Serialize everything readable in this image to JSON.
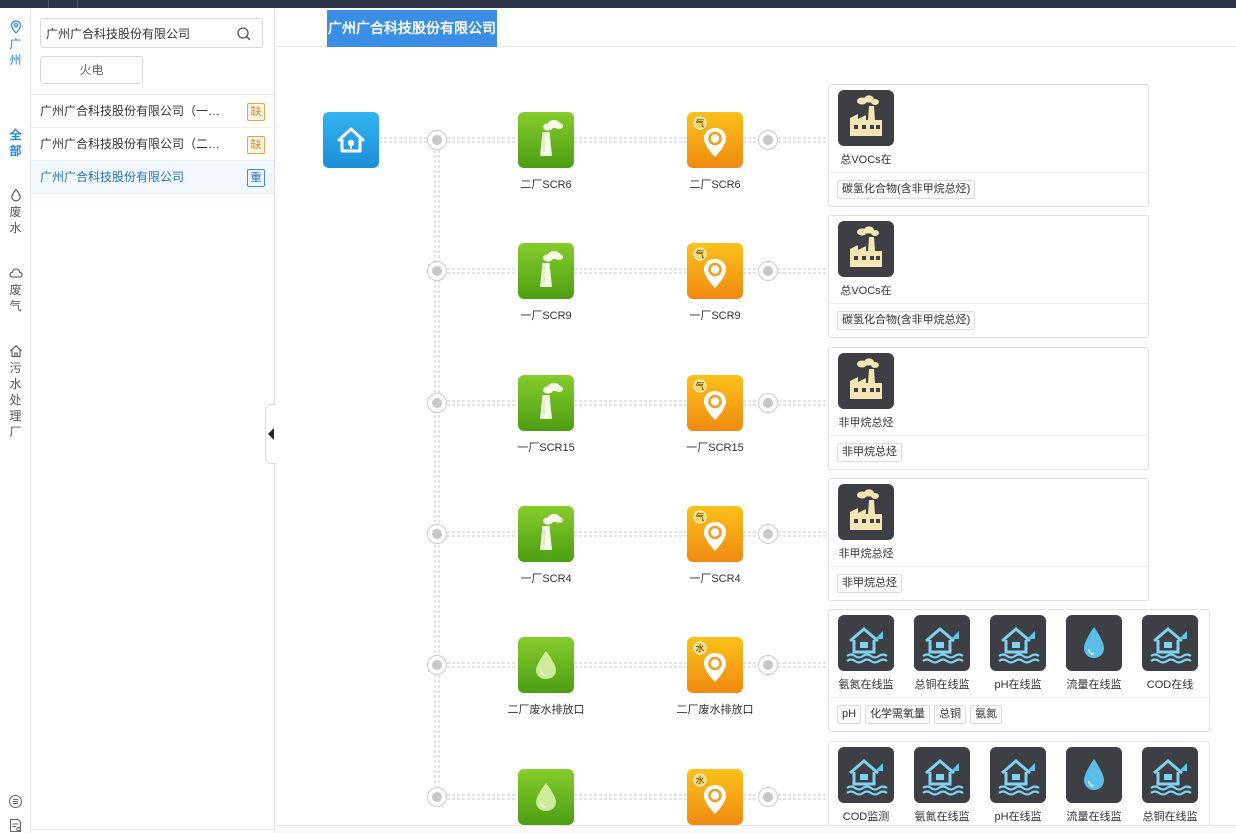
{
  "rail": {
    "items": [
      {
        "label": "广州",
        "icon": "location-pin-icon",
        "active": true
      },
      {
        "label": "全部",
        "icon": "",
        "active": true
      },
      {
        "label": "废水",
        "icon": "water-drop-icon"
      },
      {
        "label": "废气",
        "icon": "cloud-icon"
      },
      {
        "label": "污水处理厂",
        "icon": "home-icon"
      }
    ],
    "bottom_icons": [
      "summary-icon",
      "settings-doc-icon"
    ]
  },
  "sidebar": {
    "search": {
      "value": "广州广合科技股份有限公司",
      "placeholder": ""
    },
    "filter_label": "火电",
    "items": [
      {
        "name": "广州广合科技股份有限公司（一厂）",
        "badge": "缺",
        "badge_color": "orange"
      },
      {
        "name": "广州广合科技股份有限公司（二厂）",
        "badge": "缺",
        "badge_color": "orange"
      },
      {
        "name": "广州广合科技股份有限公司",
        "badge": "重",
        "badge_color": "blue",
        "active": true
      }
    ]
  },
  "main": {
    "tab_title": "广州广合科技股份有限公司"
  },
  "diagram": {
    "colors": {
      "outlet_green": "#5cae18",
      "monitor_orange": "#f5a012",
      "root_blue": "#1e9ee6",
      "line": "#c8c8c8"
    },
    "rows": [
      {
        "outlet": "二厂SCR6",
        "outlet_kind": "gas",
        "monitor": "二厂SCR6",
        "monitor_badge": "气",
        "card": {
          "monitors": [
            {
              "label": "总VOCs在",
              "icon": "factory-icon"
            }
          ],
          "tags": [
            "碳氢化合物(含非甲烷总烃)"
          ]
        }
      },
      {
        "outlet": "一厂SCR9",
        "outlet_kind": "gas",
        "monitor": "一厂SCR9",
        "monitor_badge": "气",
        "card": {
          "monitors": [
            {
              "label": "总VOCs在",
              "icon": "factory-icon"
            }
          ],
          "tags": [
            "碳氢化合物(含非甲烷总烃)"
          ]
        }
      },
      {
        "outlet": "一厂SCR15",
        "outlet_kind": "gas",
        "monitor": "一厂SCR15",
        "monitor_badge": "气",
        "card": {
          "monitors": [
            {
              "label": "非甲烷总烃",
              "icon": "factory-icon"
            }
          ],
          "tags": [
            "非甲烷总烃"
          ]
        }
      },
      {
        "outlet": "一厂SCR4",
        "outlet_kind": "gas",
        "monitor": "一厂SCR4",
        "monitor_badge": "气",
        "card": {
          "monitors": [
            {
              "label": "非甲烷总烃",
              "icon": "factory-icon"
            }
          ],
          "tags": [
            "非甲烷总烃"
          ]
        }
      },
      {
        "outlet": "二厂废水排放口",
        "outlet_kind": "water",
        "monitor": "二厂废水排放口",
        "monitor_badge": "水",
        "card": {
          "monitors": [
            {
              "label": "氨氮在线监",
              "icon": "house-water-icon"
            },
            {
              "label": "总铜在线监",
              "icon": "house-water-icon"
            },
            {
              "label": "pH在线监",
              "icon": "house-water-icon"
            },
            {
              "label": "流量在线监",
              "icon": "water-drop-icon"
            },
            {
              "label": "COD在线",
              "icon": "house-water-icon"
            }
          ],
          "tags": [
            "pH",
            "化学需氧量",
            "总铜",
            "氨氮"
          ]
        }
      },
      {
        "outlet": "",
        "outlet_kind": "water",
        "monitor": "",
        "monitor_badge": "水",
        "card": {
          "monitors": [
            {
              "label": "COD监测",
              "icon": "house-water-icon"
            },
            {
              "label": "氨氮在线监",
              "icon": "house-water-icon"
            },
            {
              "label": "pH在线监",
              "icon": "house-water-icon"
            },
            {
              "label": "流量在线监",
              "icon": "water-drop-icon"
            },
            {
              "label": "总铜在线监",
              "icon": "house-water-icon"
            }
          ],
          "tags": []
        }
      }
    ]
  }
}
